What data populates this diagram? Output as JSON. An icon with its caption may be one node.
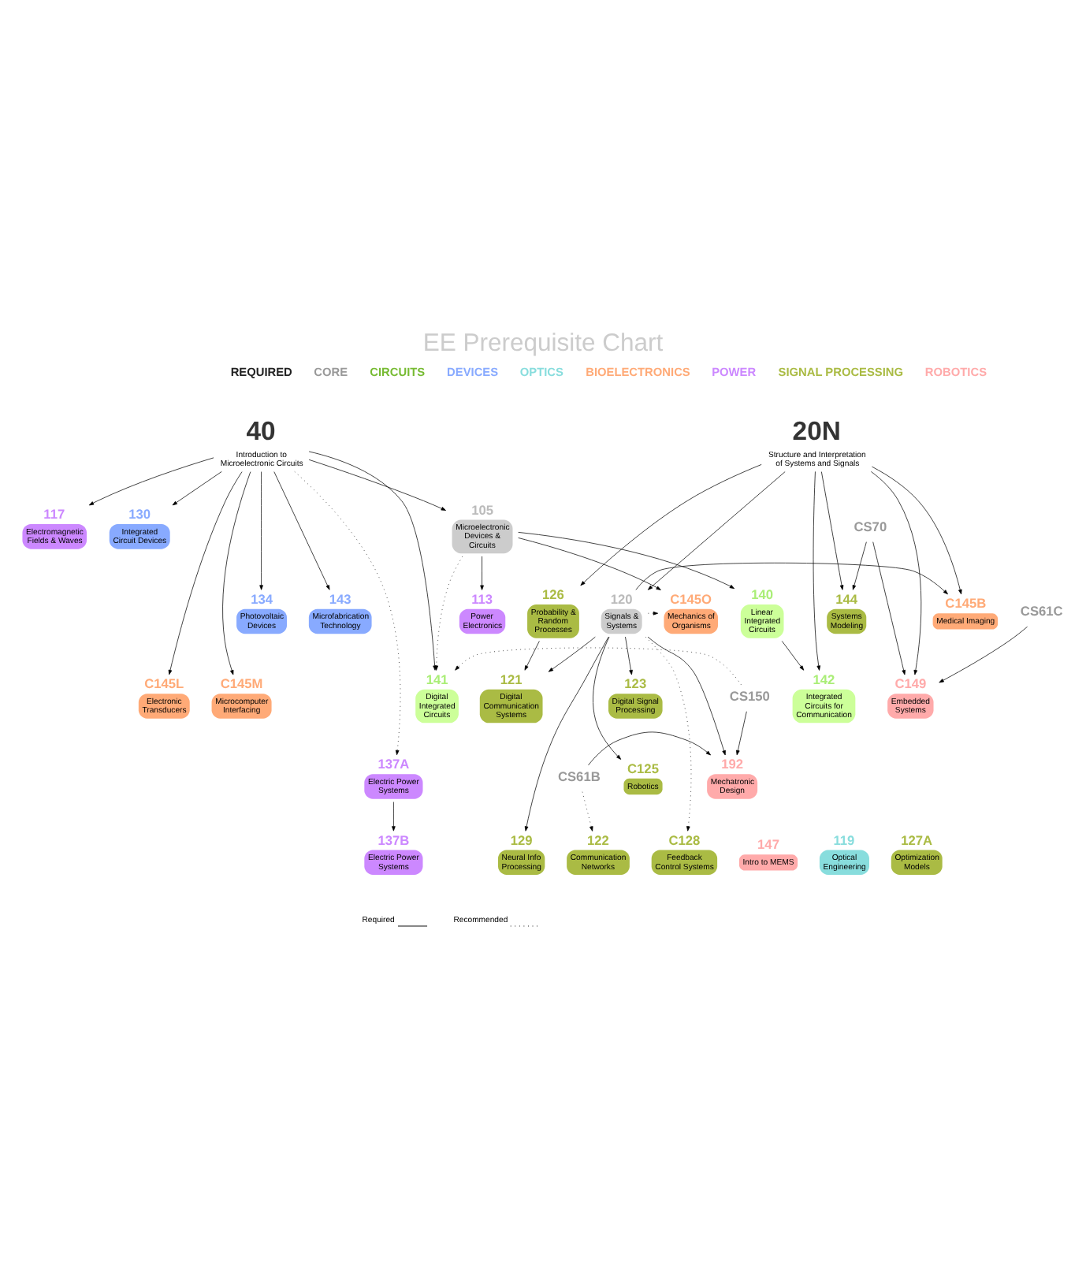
{
  "diagram": {
    "title": "EE Prerequisite Chart",
    "nodes": [
      {
        "text": [
          "20N",
          "Structure and Interpretation of Systems and Signals"
        ]
      },
      {
        "text": [
          "40",
          "Introduction to Microelectronic Circuits"
        ]
      },
      {
        "text": [
          "CS70"
        ]
      },
      {
        "text": [
          "CS61C"
        ]
      },
      {
        "text": [
          "117",
          "Electromagnetic Fields & Waves"
        ]
      },
      {
        "text": [
          "126",
          "Probability & Random Processes"
        ]
      },
      {
        "text": [
          "144",
          "Systems Modeling"
        ]
      },
      {
        "text": [
          "105",
          "Microelectronic Devices & Circuits"
        ]
      },
      {
        "text": [
          "130",
          "Integrated Circuit Devices"
        ]
      },
      {
        "text": [
          "C149",
          "Embedded Systems"
        ]
      },
      {
        "text": [
          "113",
          "Power Electronics"
        ]
      },
      {
        "text": [
          "134",
          "Photovoltaic Devices"
        ]
      },
      {
        "text": [
          "C145B",
          "Medical Imaging"
        ]
      },
      {
        "text": [
          "120",
          "Signals & Systems"
        ]
      },
      {
        "text": [
          "C145O",
          "Mechanics of Organisms"
        ]
      },
      {
        "text": [
          "140",
          "Linear Integrated Circuits"
        ]
      },
      {
        "text": [
          "143",
          "Microfabrication Technology"
        ]
      },
      {
        "text": [
          "121",
          "Digital Communication Systems"
        ]
      },
      {
        "text": [
          "142",
          "Integrated Circuits for Communication"
        ]
      },
      {
        "text": [
          "C145L",
          "Electronic Transducers"
        ]
      },
      {
        "text": [
          "123",
          "Digital Signal Processing"
        ]
      },
      {
        "text": [
          "CS150"
        ]
      },
      {
        "text": [
          "141",
          "Digital Integrated Circuits"
        ]
      },
      {
        "text": [
          "C145M",
          "Microcomputer Interfacing"
        ]
      },
      {
        "text": [
          "C125",
          "Robotics"
        ]
      },
      {
        "text": [
          "192",
          "Mechatronic Design"
        ]
      },
      {
        "text": [
          "CS61B"
        ]
      },
      {
        "text": [
          "137A",
          "Electric Power Systems"
        ]
      },
      {
        "text": [
          "129",
          "Neural Info Processing"
        ]
      },
      {
        "text": [
          "122",
          "Communication Networks"
        ]
      },
      {
        "text": [
          "C128",
          "Feedback Control Systems"
        ]
      },
      {
        "text": [
          "147",
          "Intro to MEMS"
        ]
      },
      {
        "text": [
          "119",
          "Optical Engineering"
        ]
      },
      {
        "text": [
          "137B",
          "Electric Power Systems"
        ]
      },
      {
        "text": [
          "127A",
          "Optimization Models"
        ]
      }
    ],
    "edges": [
      {
        "from": 0,
        "to": 5,
        "arrow": "to"
      },
      {
        "from": 0,
        "to": 12,
        "arrow": "to"
      },
      {
        "from": 0,
        "to": 13,
        "arrow": "to"
      },
      {
        "from": 0,
        "to": 18,
        "arrow": "to"
      },
      {
        "from": 0,
        "to": 9,
        "arrow": "to"
      },
      {
        "from": 0,
        "to": 6,
        "arrow": "to"
      },
      {
        "from": 2,
        "to": 6,
        "arrow": "to"
      },
      {
        "from": 2,
        "to": 9,
        "arrow": "to"
      },
      {
        "from": 3,
        "to": 9,
        "arrow": "to"
      },
      {
        "from": 1,
        "to": 7,
        "arrow": "to"
      },
      {
        "from": 1,
        "to": 4,
        "arrow": "to"
      },
      {
        "from": 1,
        "to": 8,
        "arrow": "to"
      },
      {
        "from": 1,
        "to": 11,
        "arrow": "to"
      },
      {
        "from": 1,
        "to": 16,
        "arrow": "to"
      },
      {
        "from": 1,
        "to": 19,
        "arrow": "to"
      },
      {
        "from": 1,
        "to": 23,
        "arrow": "to"
      },
      {
        "from": 1,
        "to": 22,
        "arrow": "to"
      },
      {
        "from": 1,
        "to": 27,
        "arrow": "to",
        "style": "dashed"
      },
      {
        "from": 7,
        "to": 10,
        "arrow": "to"
      },
      {
        "from": 7,
        "to": 14,
        "arrow": "to"
      },
      {
        "from": 7,
        "to": 15,
        "arrow": "to"
      },
      {
        "from": 7,
        "to": 22,
        "arrow": "to",
        "style": "dashed"
      },
      {
        "from": 15,
        "to": 18,
        "arrow": "to"
      },
      {
        "from": 5,
        "to": 17,
        "arrow": "to"
      },
      {
        "from": 13,
        "to": 12,
        "arrow": "to"
      },
      {
        "from": 13,
        "to": 14,
        "arrow": "to",
        "style": "dashed"
      },
      {
        "from": 13,
        "to": 17,
        "arrow": "to"
      },
      {
        "from": 13,
        "to": 20,
        "arrow": "to"
      },
      {
        "from": 13,
        "to": 24,
        "arrow": "to"
      },
      {
        "from": 13,
        "to": 30,
        "arrow": "to",
        "style": "dashed"
      },
      {
        "from": 13,
        "to": 28,
        "arrow": "to"
      },
      {
        "from": 13,
        "to": 25,
        "arrow": "to"
      },
      {
        "from": 21,
        "to": 25,
        "arrow": "to"
      },
      {
        "from": 21,
        "to": 22,
        "arrow": "to",
        "style": "dashed"
      },
      {
        "from": 26,
        "to": 25,
        "arrow": "to"
      },
      {
        "from": 26,
        "to": 29,
        "arrow": "to",
        "style": "dashed"
      },
      {
        "from": 27,
        "to": 33,
        "arrow": "to"
      }
    ],
    "legend": [
      {
        "text": "REQUIRED",
        "color": "#222222"
      },
      {
        "text": "CORE",
        "color": "#999999"
      },
      {
        "text": "CIRCUITS",
        "color": "#77bb33"
      },
      {
        "text": "DEVICES",
        "color": "#88aaff"
      },
      {
        "text": "OPTICS",
        "color": "#88dddd"
      },
      {
        "text": "BIOELECTRONICS",
        "color": "#ffaa77"
      },
      {
        "text": "POWER",
        "color": "#cc88ff"
      },
      {
        "text": "SIGNAL PROCESSING",
        "color": "#aabb44"
      },
      {
        "text": "ROBOTICS",
        "color": "#ffaaaa"
      },
      {
        "text": "Required"
      },
      {
        "text": "Recommended"
      }
    ]
  }
}
